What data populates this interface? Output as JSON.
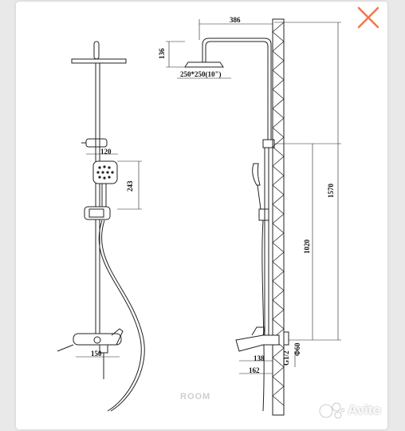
{
  "close": {
    "icon": "close-x-icon",
    "color": "#f07a50"
  },
  "drawing": {
    "dims": {
      "head_projection": "386",
      "head_height": "136",
      "head_size": "250*250(10\")",
      "handshower_width": "120",
      "handshower_height": "243",
      "total_height": "1570",
      "mixer_height": "1020",
      "spout_width": "150",
      "thread": "G1/2",
      "connection_diameter": "Φ60",
      "spout_depth_a": "138",
      "spout_depth_b": "162"
    },
    "line_color": "#222222"
  },
  "brand": {
    "text": "ROOM"
  },
  "watermark": {
    "text": "Avito",
    "icon": "avito-dots-icon"
  }
}
